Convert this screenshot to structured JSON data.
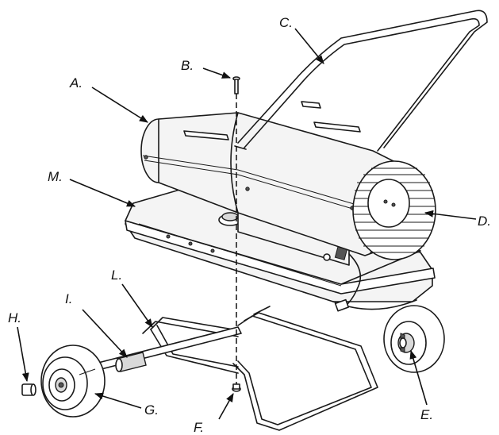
{
  "labels": {
    "A": "A.",
    "B": "B.",
    "C": "C.",
    "D": "D.",
    "E": "E.",
    "F": "F.",
    "G": "G.",
    "H": "H.",
    "I": "I.",
    "L": "L.",
    "M": "M."
  },
  "colors": {
    "line": "#1a1a1a",
    "fill": "#f4f4f4",
    "background": "#ffffff"
  }
}
